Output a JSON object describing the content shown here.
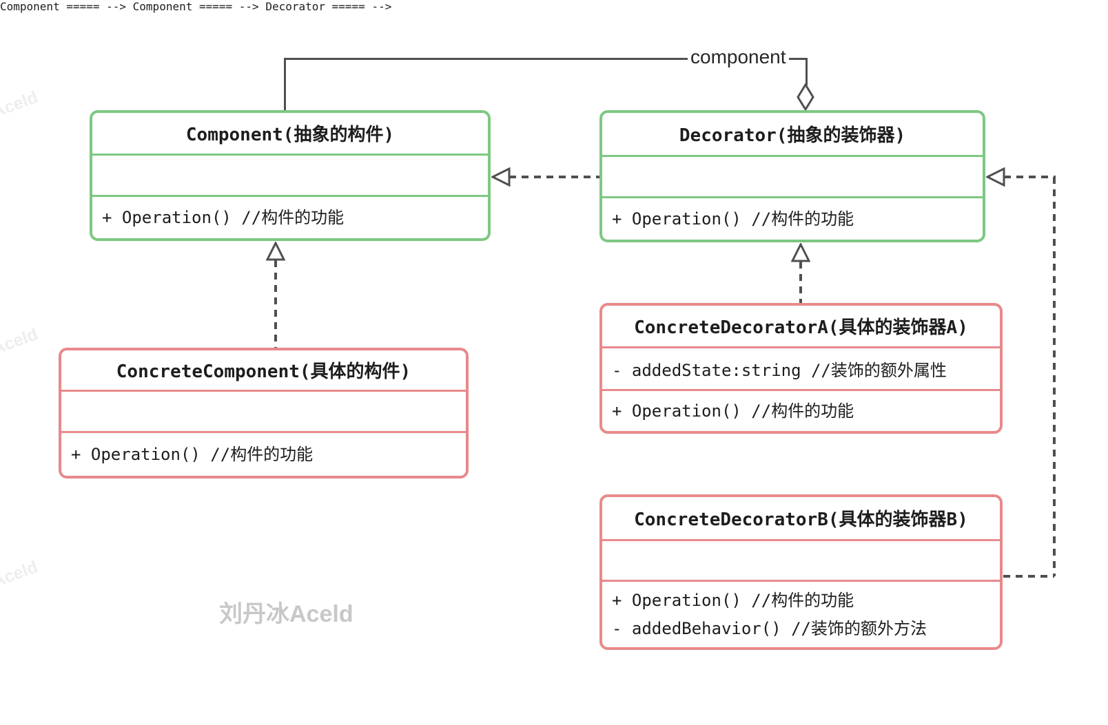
{
  "relationship_label": "component",
  "classes": {
    "component": {
      "name": "Component(抽象的构件)",
      "method1": "+ Operation() //构件的功能"
    },
    "decorator": {
      "name": "Decorator(抽象的装饰器)",
      "method1": "+ Operation() //构件的功能"
    },
    "concrete_component": {
      "name": "ConcreteComponent(具体的构件)",
      "method1": "+ Operation() //构件的功能"
    },
    "concrete_decorator_a": {
      "name": "ConcreteDecoratorA(具体的装饰器A)",
      "attr1": "- addedState:string //装饰的额外属性",
      "method1": "+ Operation() //构件的功能"
    },
    "concrete_decorator_b": {
      "name": "ConcreteDecoratorB(具体的装饰器B)",
      "method1": "+ Operation() //构件的功能",
      "method2": "- addedBehavior() //装饰的额外方法"
    }
  },
  "watermarks": {
    "footer": "刘丹冰Aceld",
    "corner": "Aceld"
  },
  "colors": {
    "abstract_border": "#7dc882",
    "concrete_border": "#e8898b",
    "connector": "#4f4f4f",
    "text": "#1d1d1d",
    "watermark": "#c8c8c8",
    "watermark_faint": "#eeeeee",
    "background": "#ffffff"
  }
}
